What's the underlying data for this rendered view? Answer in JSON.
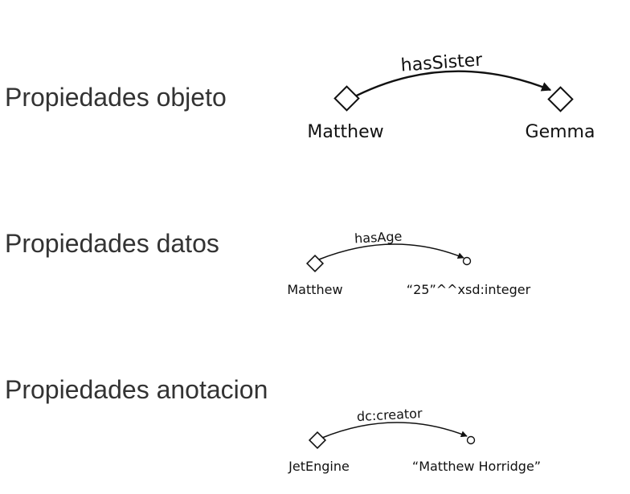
{
  "sections": {
    "object": {
      "heading": "Propiedades objeto",
      "property": "hasSister",
      "subject": "Matthew",
      "object": "Gemma",
      "object_shape": "diamond"
    },
    "data": {
      "heading": "Propiedades datos",
      "property": "hasAge",
      "subject": "Matthew",
      "object": "“25”^^xsd:integer",
      "object_shape": "circle"
    },
    "annotation": {
      "heading": "Propiedades anotacion",
      "property": "dc:creator",
      "subject": "JetEngine",
      "object": "“Matthew Horridge”",
      "object_shape": "circle"
    }
  }
}
